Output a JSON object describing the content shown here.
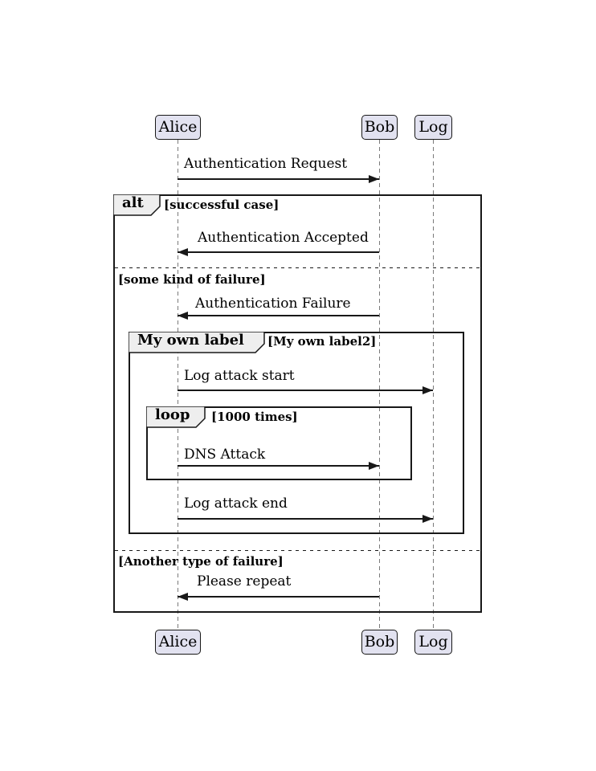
{
  "diagram_type": "uml-sequence-diagram",
  "participants": [
    {
      "name": "Alice"
    },
    {
      "name": "Bob"
    },
    {
      "name": "Log"
    }
  ],
  "messages": [
    {
      "text": "Authentication Request",
      "from": "Alice",
      "to": "Bob",
      "direction": "right"
    },
    {
      "text": "Authentication Accepted",
      "from": "Bob",
      "to": "Alice",
      "direction": "left"
    },
    {
      "text": "Authentication Failure",
      "from": "Bob",
      "to": "Alice",
      "direction": "left"
    },
    {
      "text": "Log attack start",
      "from": "Alice",
      "to": "Log",
      "direction": "right"
    },
    {
      "text": "DNS Attack",
      "from": "Alice",
      "to": "Bob",
      "direction": "right"
    },
    {
      "text": "Log attack end",
      "from": "Alice",
      "to": "Log",
      "direction": "right"
    },
    {
      "text": "Please repeat",
      "from": "Bob",
      "to": "Alice",
      "direction": "left"
    }
  ],
  "frames": {
    "alt": {
      "keyword": "alt",
      "sections": [
        {
          "guard": "[successful case]"
        },
        {
          "guard": "[some kind of failure]"
        },
        {
          "guard": "[Another type of failure]"
        }
      ]
    },
    "custom": {
      "keyword": "My own label",
      "guard": "[My own label2]"
    },
    "loop": {
      "keyword": "loop",
      "guard": "[1000 times]"
    }
  },
  "colors": {
    "participant_fill": "#E2E2F0",
    "participant_border": "#181818",
    "frame_border": "#181818",
    "label_fill": "#EEEEEE",
    "lifeline": "#7A7A7A",
    "text": "#000000"
  }
}
